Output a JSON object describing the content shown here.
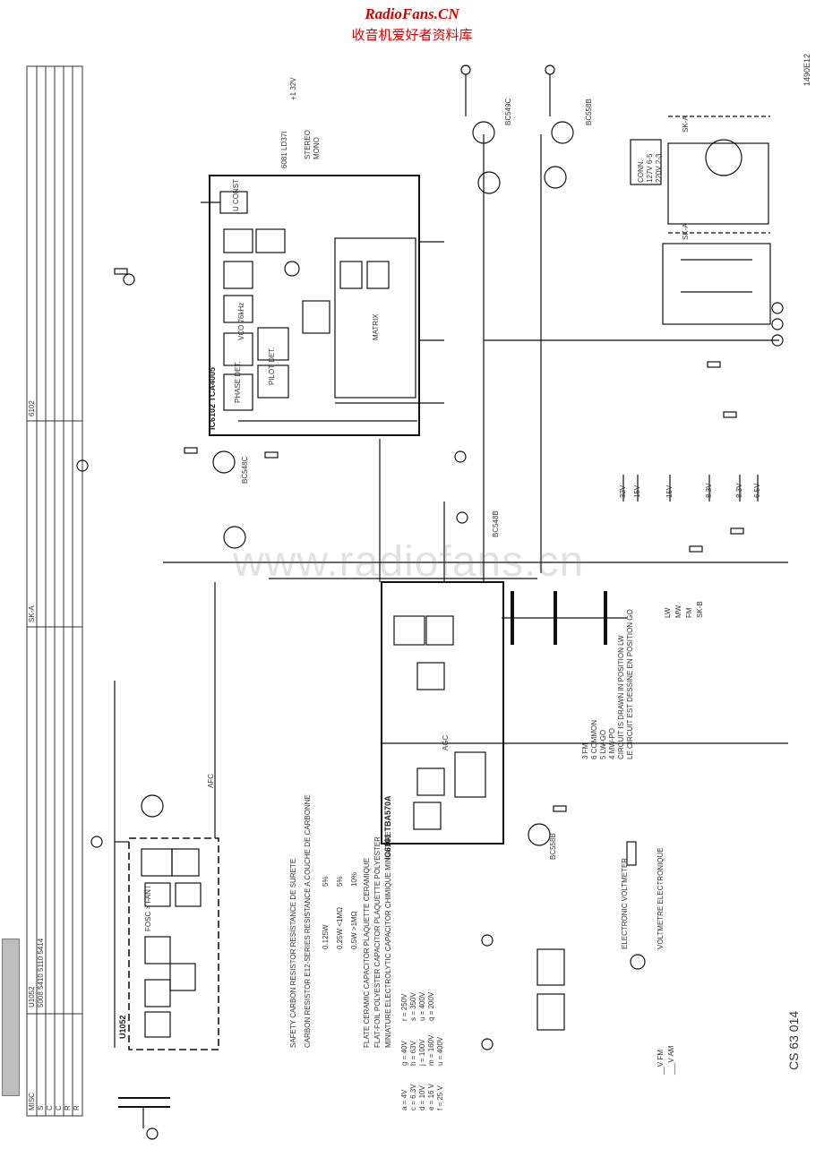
{
  "header": {
    "brand": "RadioFans.CN",
    "brand_sub": "收音机爱好者资料库"
  },
  "watermark": "www.radiofans.cn",
  "drawing_code": "CS 63 014",
  "drawing_ref": "1490E12",
  "ic_labels": {
    "ic_stereo_decoder": "IC6102 TCA4005",
    "ic_if": "IC6101 TBA570A",
    "fm_tuner": "U1052"
  },
  "blocks": {
    "vco": "VCO 76kHz",
    "phase_det": "PHASE DET.",
    "pilot_det": "PILOT DET.",
    "matrix": "MATRIX",
    "fosc": "FOSC > FANT",
    "u_const": "U CONST"
  },
  "stereo_led": {
    "ref": "6081 LD37I",
    "stereo": "STEREO",
    "mono": "MONO",
    "supply": "+1 32V"
  },
  "supply_rails": [
    "32V",
    "15V",
    "15V",
    "8.3V",
    "8.3V",
    "6.5V"
  ],
  "switch_notes": {
    "position_en": "CIRCUIT IS DRAWN IN POSITION LW",
    "position_fr": "LE CIRCUIT EST DESSINE EN POSITION GO",
    "positions": [
      "6 COMMON",
      "5 LW-GO",
      "4 MW-PO",
      "3 FM"
    ]
  },
  "legend": {
    "safety": "SAFETY CARBON RESISTOR RESISTANCE DE SURETE",
    "carbon_e12": "CARBON RESISTOR E12-SERIES RESISTANCE A COUCHE DE CARBONNE",
    "rows": [
      {
        "power": "0.125W",
        "tol": "5%"
      },
      {
        "power": "0.25W <1MΩ",
        "tol": "5%"
      },
      {
        "power": "0.5W >1MΩ",
        "tol": "10%"
      }
    ],
    "ceramic": "FLATE CERAMIC CAPACITOR PLAQUETTE CERAMIQUE",
    "polyester": "FLAT-FOIL POLYESTER CAPACITOR PLAQUETTE POLYESTER",
    "electrolytic": "MINIATURE ELECTROLYTIC CAPACITOR CHIMIQUE MINIATURE",
    "voltages_a": [
      "a = 4V",
      "c = 6.3V",
      "d = 10V",
      "e = 16 V",
      "f = 25 V"
    ],
    "voltages_b": [
      "g = 40V",
      "h = 63V",
      "j = 100V",
      "m = 160V",
      "u = 400V"
    ],
    "voltages_c": [
      "r = 250V",
      "s = 350V",
      "u = 400V",
      "q = 200V"
    ]
  },
  "voltmeter": {
    "line1": "ELECTRONIC VOLTMETER",
    "line2": "VOLTMETRE ELECTRONIQUE"
  },
  "freq_legend": [
    "__V FM",
    "___V AM"
  ],
  "table": {
    "rows": [
      "MISC",
      "S",
      "C",
      "C",
      "R",
      "R"
    ],
    "groups": [
      "U1052",
      "SK-A",
      "6102"
    ],
    "first_row": "5008 5410 5110 5414"
  },
  "band_labels": [
    "LW",
    "MW",
    "FM",
    "SK-B"
  ],
  "section_labels": [
    "AFC",
    "AGC"
  ],
  "transistors": [
    "BC548B",
    "BC549C",
    "BC558B",
    "BC548C",
    "BC558B"
  ],
  "transformer_labels": [
    "SK-A",
    "SK-A",
    "CONN.",
    "127V 6-5",
    "220V 2-3"
  ]
}
